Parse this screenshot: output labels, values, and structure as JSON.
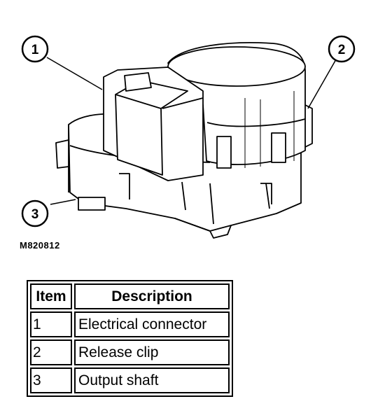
{
  "figure": {
    "callouts": [
      "1",
      "2",
      "3"
    ],
    "figure_id": "M820812"
  },
  "legend": {
    "headers": {
      "item": "Item",
      "description": "Description"
    },
    "rows": [
      {
        "item": "1",
        "description": "Electrical connector"
      },
      {
        "item": "2",
        "description": "Release clip"
      },
      {
        "item": "3",
        "description": "Output shaft"
      }
    ]
  }
}
